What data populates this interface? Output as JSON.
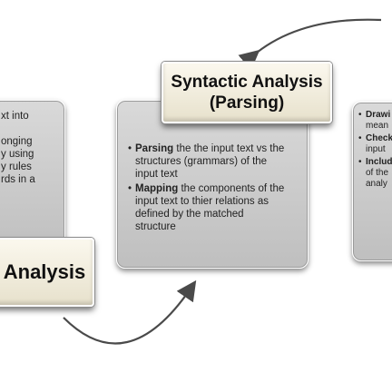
{
  "left_panel": {
    "lines": [
      "xt into",
      "onging",
      "y using",
      "y rules",
      "rds in a"
    ]
  },
  "left_title": {
    "text": "Analysis"
  },
  "center_title": {
    "line1": "Syntactic Analysis",
    "line2": "(Parsing)"
  },
  "center_panel": {
    "bullets": [
      {
        "bold": "Parsing",
        "rest": [
          " the the input text vs the",
          "structures (grammars) of the",
          "input text"
        ]
      },
      {
        "bold": "Mapping",
        "rest": [
          " the components of the",
          "input text to thier relations as",
          "defined by the matched",
          "structure"
        ]
      }
    ]
  },
  "right_panel": {
    "bullets": [
      {
        "bold": "Drawi",
        "rest": [
          "mean"
        ]
      },
      {
        "bold": "Check",
        "rest": [
          "input"
        ]
      },
      {
        "bold": "Includ",
        "rest": [
          "of the",
          "analy"
        ]
      }
    ]
  }
}
